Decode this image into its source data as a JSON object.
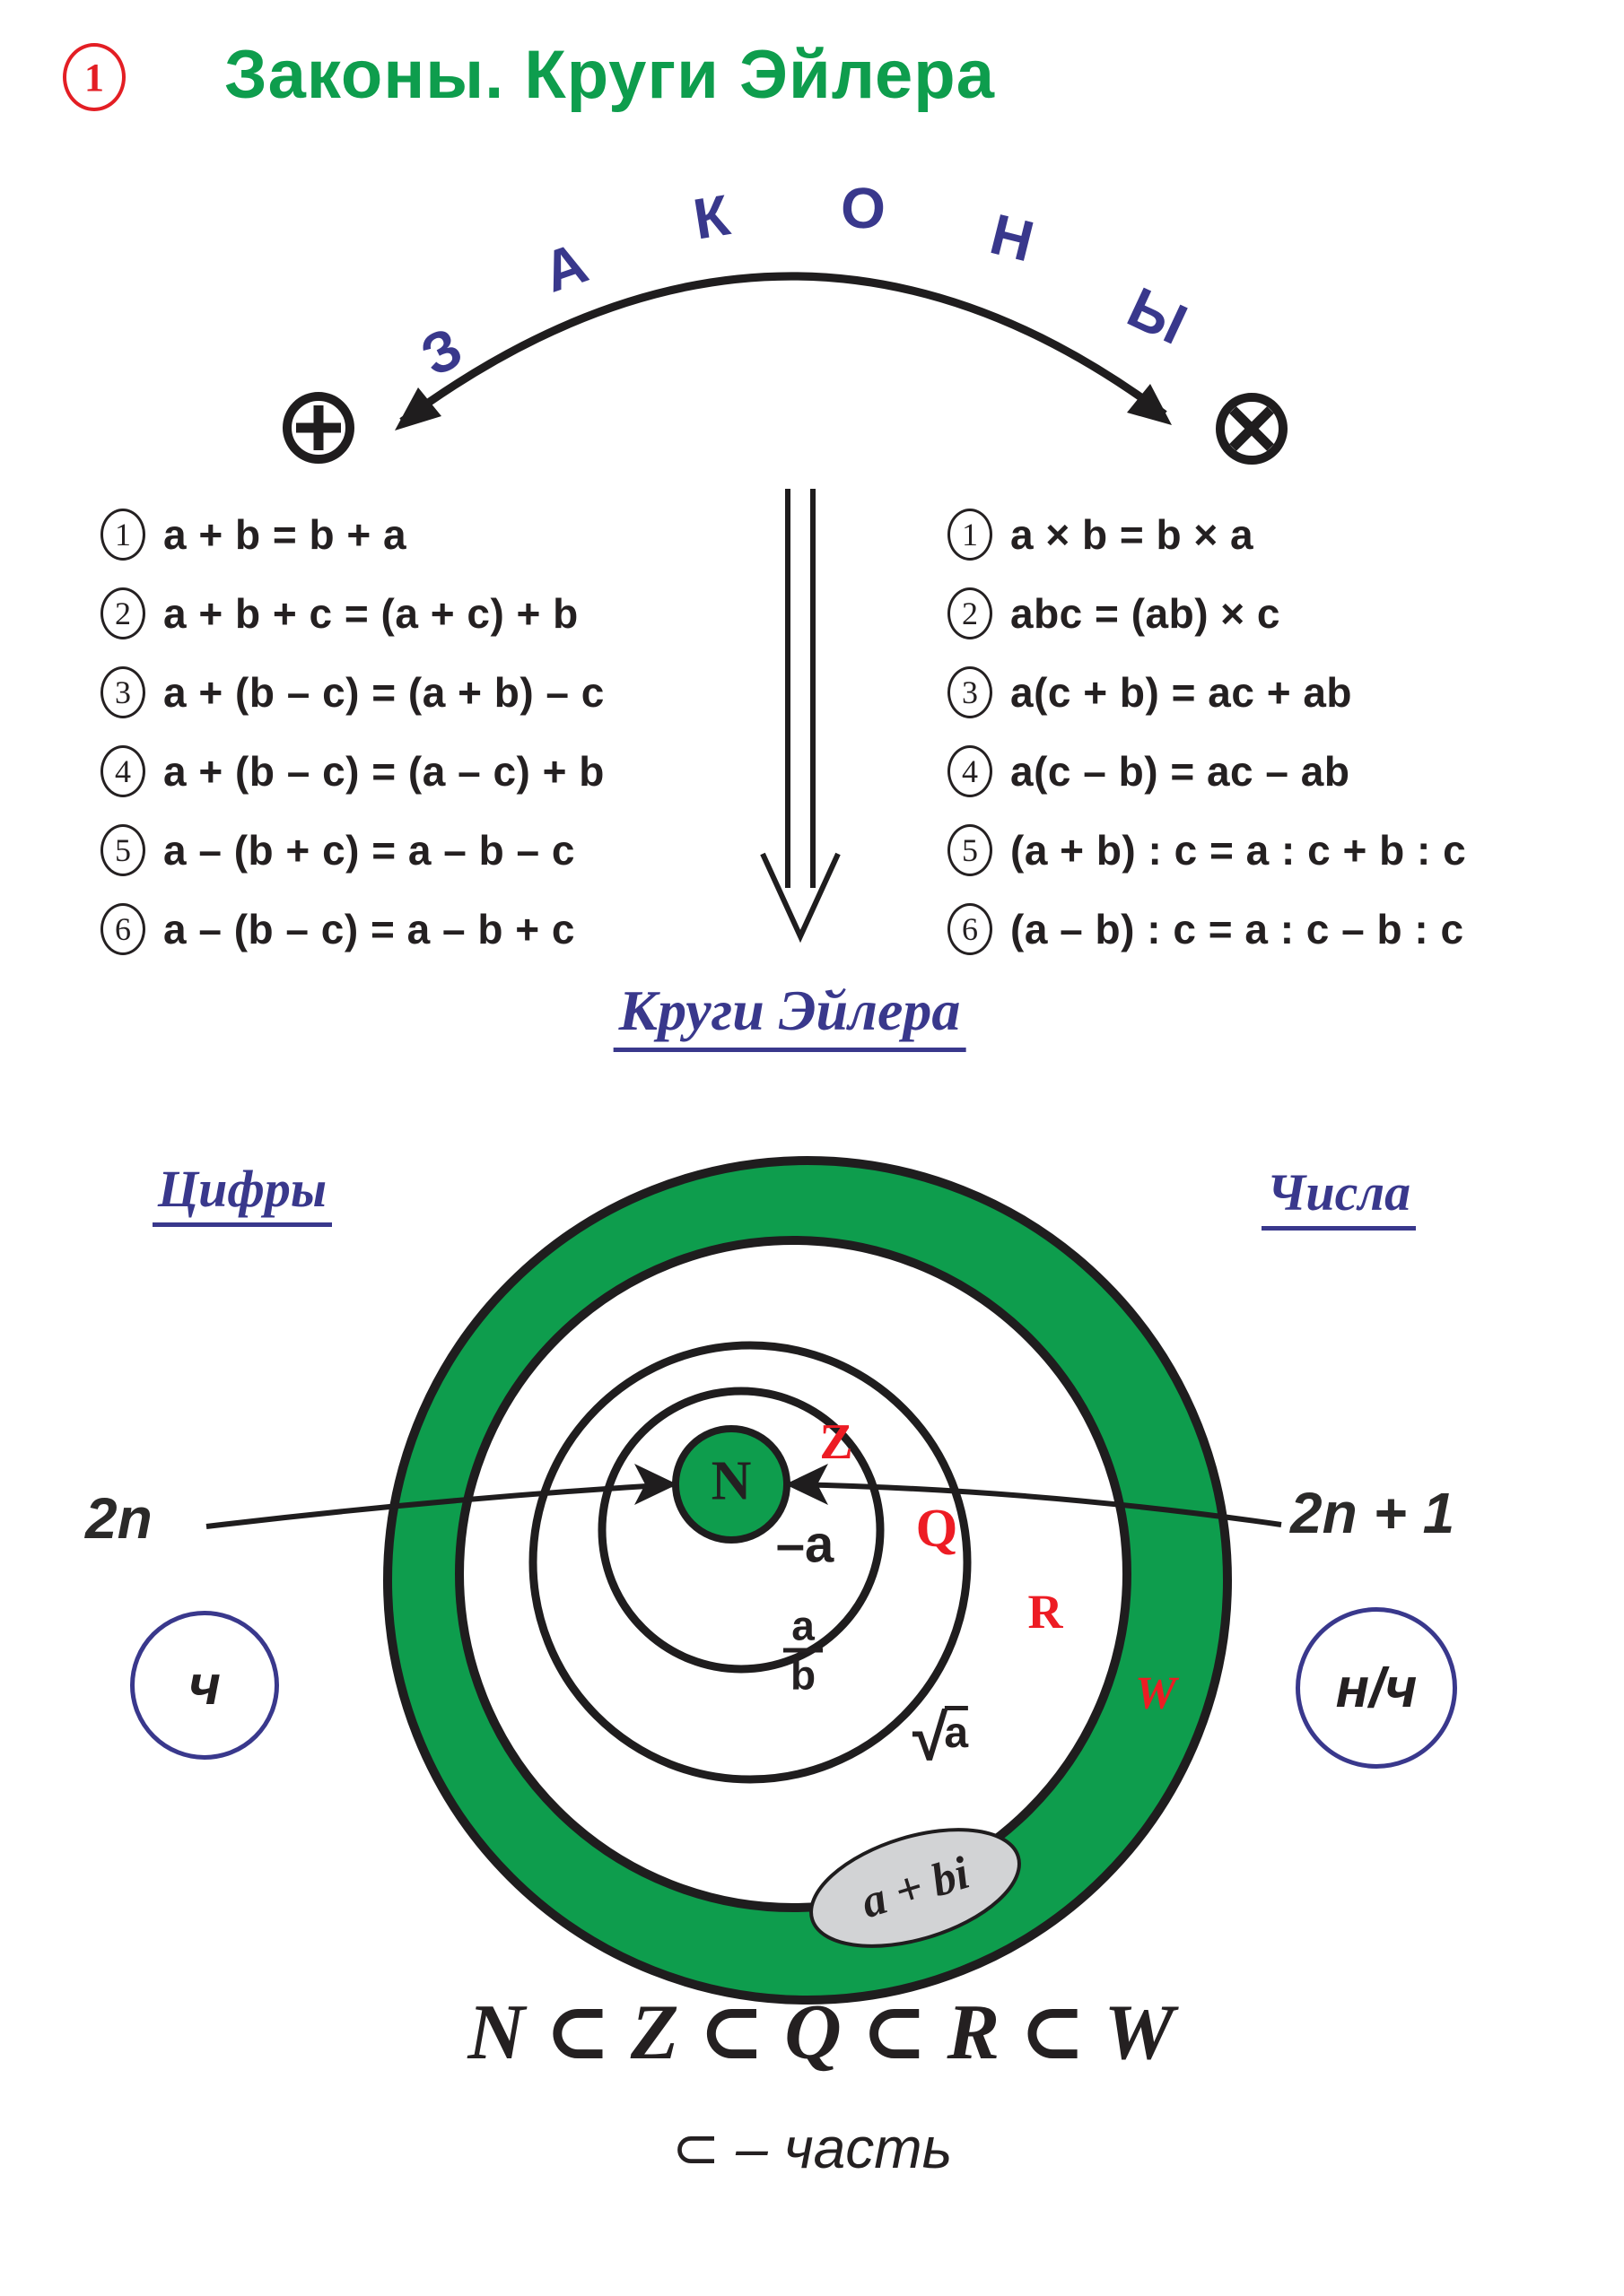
{
  "badge": {
    "number": "1"
  },
  "title": "Законы. Круги Эйлера",
  "arc_word": [
    "З",
    "А",
    "К",
    "О",
    "Н",
    "Ы"
  ],
  "laws": {
    "addition": [
      {
        "n": "1",
        "f": "a + b = b + a"
      },
      {
        "n": "2",
        "f": "a + b + c = (a + c) + b"
      },
      {
        "n": "3",
        "f": "a + (b – c) = (a + b) – c"
      },
      {
        "n": "4",
        "f": "a + (b – c) = (a – c) + b"
      },
      {
        "n": "5",
        "f": "a – (b + c) = a – b – c"
      },
      {
        "n": "6",
        "f": "a – (b – c) = a – b + c"
      }
    ],
    "multiplication": [
      {
        "n": "1",
        "f": "a × b = b × a"
      },
      {
        "n": "2",
        "f": "abc = (ab) × c"
      },
      {
        "n": "3",
        "f": "a(c + b) = ac + ab"
      },
      {
        "n": "4",
        "f": "a(c – b) = ac – ab"
      },
      {
        "n": "5",
        "f": "(a + b) : c = a : c + b : c"
      },
      {
        "n": "6",
        "f": "(a – b) : c = a : c – b : c"
      }
    ]
  },
  "euler": {
    "heading": "Круги Эйлера",
    "left_heading": "Цифры",
    "right_heading": "Числа",
    "line_left": "2n",
    "line_right": "2n + 1",
    "even_label": "ч",
    "odd_label": "н/ч",
    "set_n": "N",
    "set_z": "Z",
    "set_q": "Q",
    "set_r": "R",
    "set_w": "W",
    "neg_example": "–a",
    "frac_top": "a",
    "frac_bottom": "b",
    "root_sign": "√",
    "root_arg": "a",
    "complex_example": "a + bi",
    "chain": "N ⊂ Z ⊂ Q ⊂ R ⊂ W",
    "legend": "⊂ – часть"
  },
  "colors": {
    "green": "#0e9d4d",
    "blue": "#39388c",
    "red": "#ed1c24",
    "badge_red": "#e31e24",
    "ink": "#242021"
  }
}
